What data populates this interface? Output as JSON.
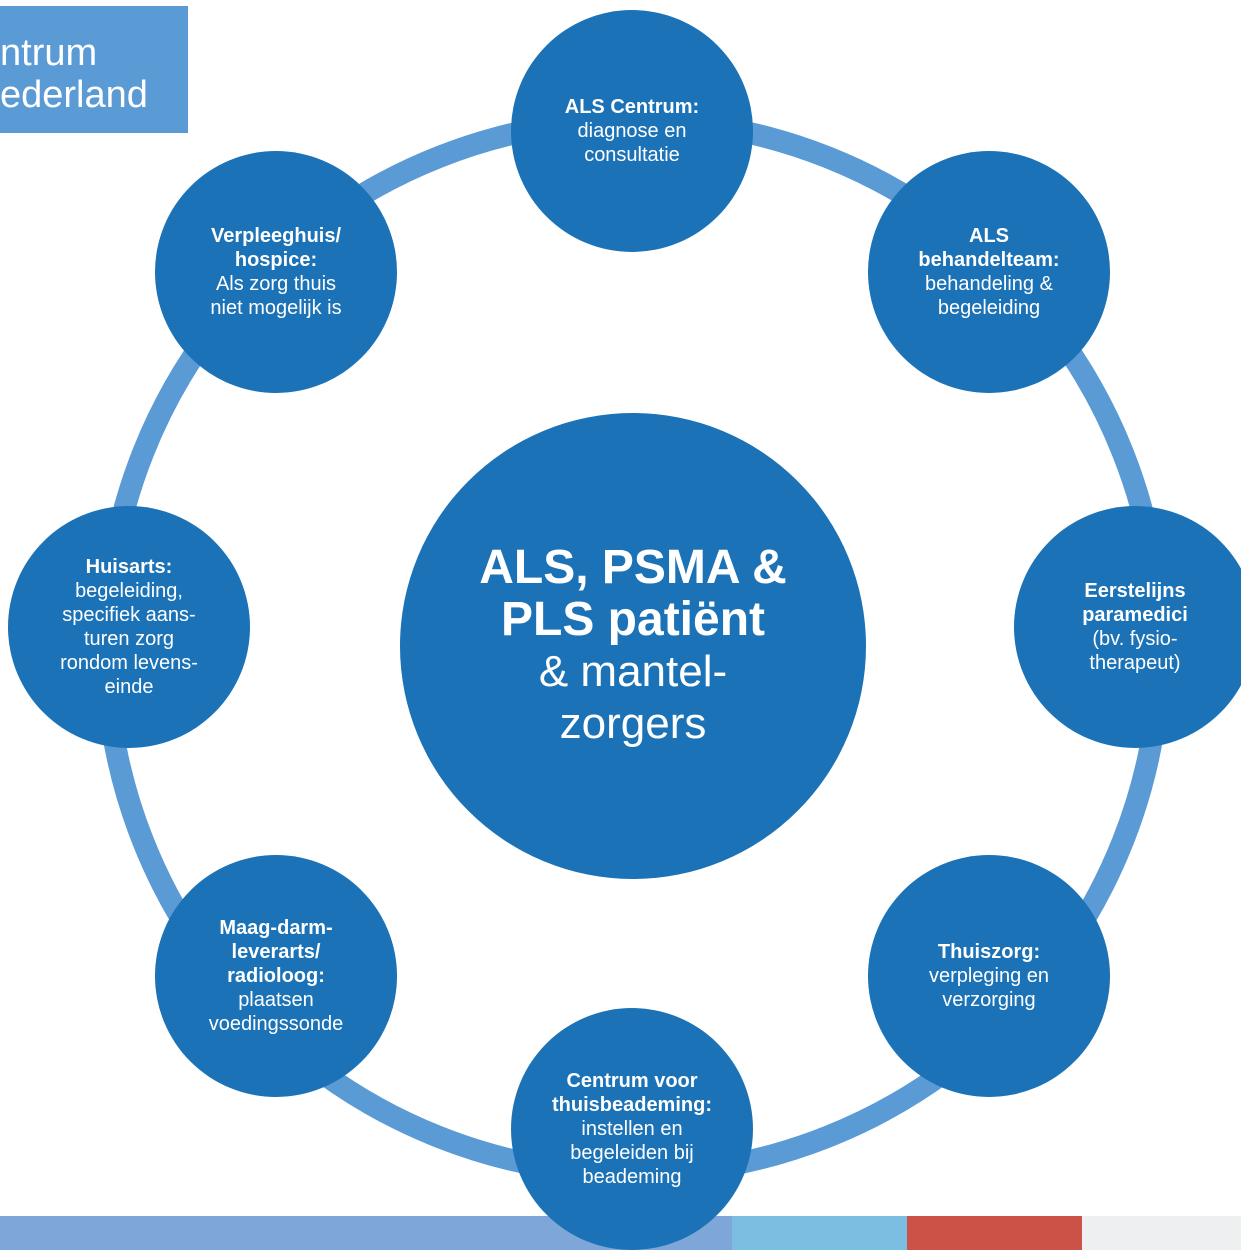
{
  "logo": {
    "line1": "ntrum",
    "line2": "ederland"
  },
  "colors": {
    "node": "#1b72b6",
    "ring": "#5b9bd5",
    "bar": [
      "#7ea6d9",
      "#7cbde2",
      "#cc5248",
      "#eeeff1"
    ]
  },
  "center": {
    "lines": [
      {
        "text": "ALS, PSMA &",
        "bold": true
      },
      {
        "text": "PLS patiënt",
        "bold": true
      },
      {
        "text": "& mantel-",
        "bold": false
      },
      {
        "text": "zorgers",
        "bold": false
      }
    ]
  },
  "nodes": [
    {
      "id": "als-centrum",
      "lines": [
        {
          "text": "ALS Centrum:",
          "bold": true
        },
        {
          "text": "diagnose en",
          "bold": false
        },
        {
          "text": "consultatie",
          "bold": false
        }
      ]
    },
    {
      "id": "als-behandelteam",
      "lines": [
        {
          "text": "ALS",
          "bold": true
        },
        {
          "text": "behandelteam:",
          "bold": true
        },
        {
          "text": "behandeling &",
          "bold": false
        },
        {
          "text": "begeleiding",
          "bold": false
        }
      ]
    },
    {
      "id": "eerstelijns-paramedici",
      "lines": [
        {
          "text": "Eerstelijns",
          "bold": true
        },
        {
          "text": "paramedici",
          "bold": true
        },
        {
          "text": "(bv. fysio-",
          "bold": false
        },
        {
          "text": "therapeut)",
          "bold": false
        }
      ]
    },
    {
      "id": "thuiszorg",
      "lines": [
        {
          "text": "Thuiszorg:",
          "bold": true
        },
        {
          "text": "verpleging en",
          "bold": false
        },
        {
          "text": "verzorging",
          "bold": false
        }
      ]
    },
    {
      "id": "thuisbeademing",
      "lines": [
        {
          "text": "Centrum voor",
          "bold": true
        },
        {
          "text": "thuisbeademing:",
          "bold": true
        },
        {
          "text": "instellen en",
          "bold": false
        },
        {
          "text": "begeleiden bij",
          "bold": false
        },
        {
          "text": "beademing",
          "bold": false
        }
      ]
    },
    {
      "id": "maag-darm-leverarts",
      "lines": [
        {
          "text": "Maag-darm-",
          "bold": true
        },
        {
          "text": "leverarts/",
          "bold": true
        },
        {
          "text": "radioloog:",
          "bold": true
        },
        {
          "text": "plaatsen",
          "bold": false
        },
        {
          "text": "voedingssonde",
          "bold": false
        }
      ]
    },
    {
      "id": "huisarts",
      "lines": [
        {
          "text": "Huisarts:",
          "bold": true
        },
        {
          "text": "begeleiding,",
          "bold": false
        },
        {
          "text": "specifiek aans-",
          "bold": false
        },
        {
          "text": "turen zorg",
          "bold": false
        },
        {
          "text": "rondom levens-",
          "bold": false
        },
        {
          "text": "einde",
          "bold": false
        }
      ]
    },
    {
      "id": "verpleeghuis-hospice",
      "lines": [
        {
          "text": "Verpleeghuis/",
          "bold": true
        },
        {
          "text": "hospice:",
          "bold": true
        },
        {
          "text": "Als zorg thuis",
          "bold": false
        },
        {
          "text": "niet mogelijk is",
          "bold": false
        }
      ]
    }
  ]
}
